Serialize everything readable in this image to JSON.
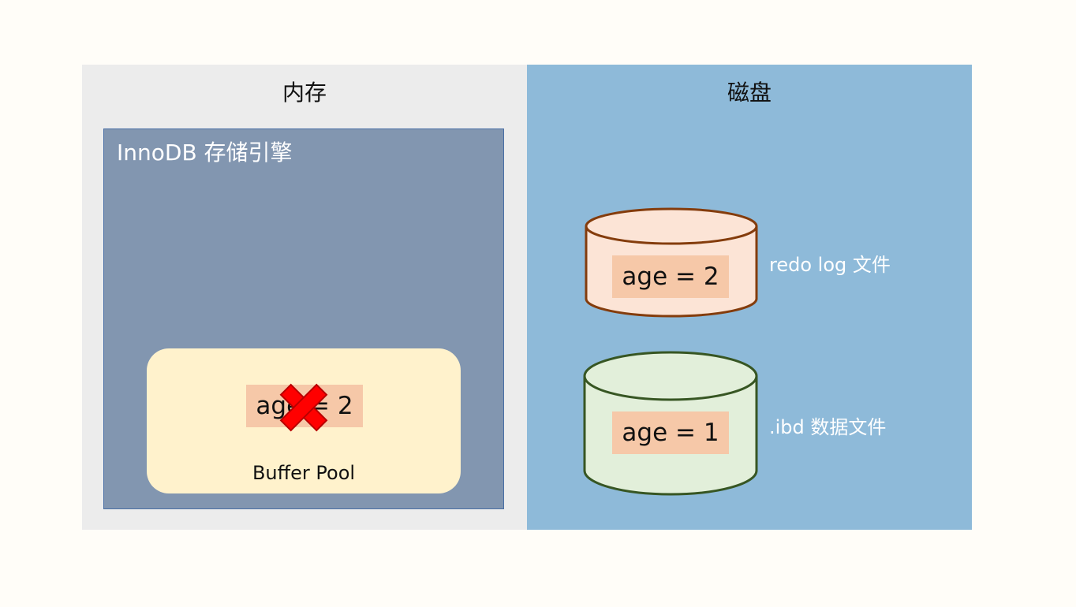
{
  "memory": {
    "title": "内存",
    "engine_label": "InnoDB 存储引擎",
    "buffer_pool": {
      "value": "age = 2",
      "label": "Buffer Pool",
      "crossed_out": true
    }
  },
  "disk": {
    "title": "磁盘",
    "redo_log": {
      "value": "age = 2",
      "label": "redo log 文件"
    },
    "ibd": {
      "value": "age = 1",
      "label": ".ibd 数据文件"
    }
  },
  "colors": {
    "memory_bg": "#ececec",
    "disk_bg": "#8ebad9",
    "engine_bg": "#8296b0",
    "buffer_pool_bg": "#fff2cc",
    "value_bg": "#f6c8a8",
    "redo_cylinder_fill": "#fce4d6",
    "redo_cylinder_stroke": "#843c0c",
    "ibd_cylinder_fill": "#e2efda",
    "ibd_cylinder_stroke": "#375623",
    "cross": "#ff0000"
  }
}
